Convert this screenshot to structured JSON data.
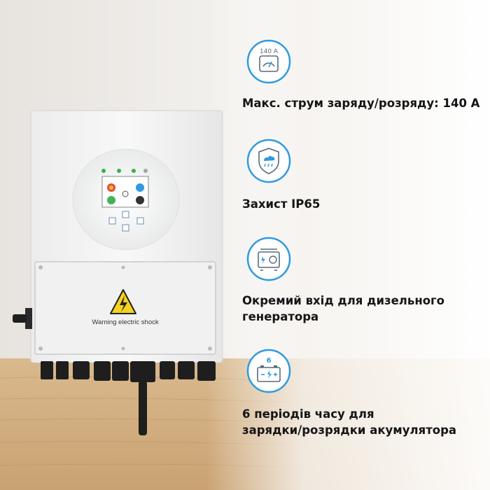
{
  "inverter": {
    "warning_label": "Warning electric shock"
  },
  "colors": {
    "accent_blue": "#2f9ae0",
    "icon_stroke": "#5b6a78",
    "text": "#151515",
    "warning_yellow": "#f4d21f"
  },
  "features": [
    {
      "icon": "current-meter-icon",
      "icon_label": "140 A",
      "lines": [
        "Макс. струм заряду/розряду: 140 А"
      ]
    },
    {
      "icon": "shield-rain-icon",
      "lines": [
        "Захист IP65"
      ]
    },
    {
      "icon": "generator-icon",
      "lines": [
        "Окремий вхід для дизельного",
        "генератора"
      ]
    },
    {
      "icon": "battery-icon",
      "icon_label": "6",
      "lines": [
        "6 періодів часу для",
        "зарядки/розрядки акумулятора"
      ]
    }
  ]
}
